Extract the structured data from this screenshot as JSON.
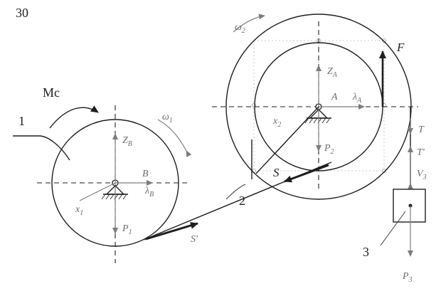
{
  "figure_number": "30",
  "moment_label": "Mc",
  "bodies": {
    "body1": "1",
    "body2": "2",
    "body3": "3"
  },
  "wheel1": {
    "omega": "ω",
    "omega_sub": "1",
    "center": "B",
    "z": "Z",
    "z_sub": "B",
    "lambda": "λ",
    "lambda_sub": "B",
    "x": "x",
    "x_sub": "1",
    "weight": "P",
    "weight_sub": "1"
  },
  "wheel2": {
    "omega": "ω",
    "omega_sub": "2",
    "center": "A",
    "z": "Z",
    "z_sub": "A",
    "lambda": "λ",
    "lambda_sub": "A",
    "x": "x",
    "x_sub": "2",
    "weight": "P",
    "weight_sub": "2",
    "force": "F"
  },
  "belt": {
    "tension_upper": "S",
    "tension_lower": "S'"
  },
  "load": {
    "rope_tension": "T",
    "rope_tension_prime": "T'",
    "velocity": "V",
    "velocity_sub": "3",
    "weight": "P",
    "weight_sub": "3"
  }
}
